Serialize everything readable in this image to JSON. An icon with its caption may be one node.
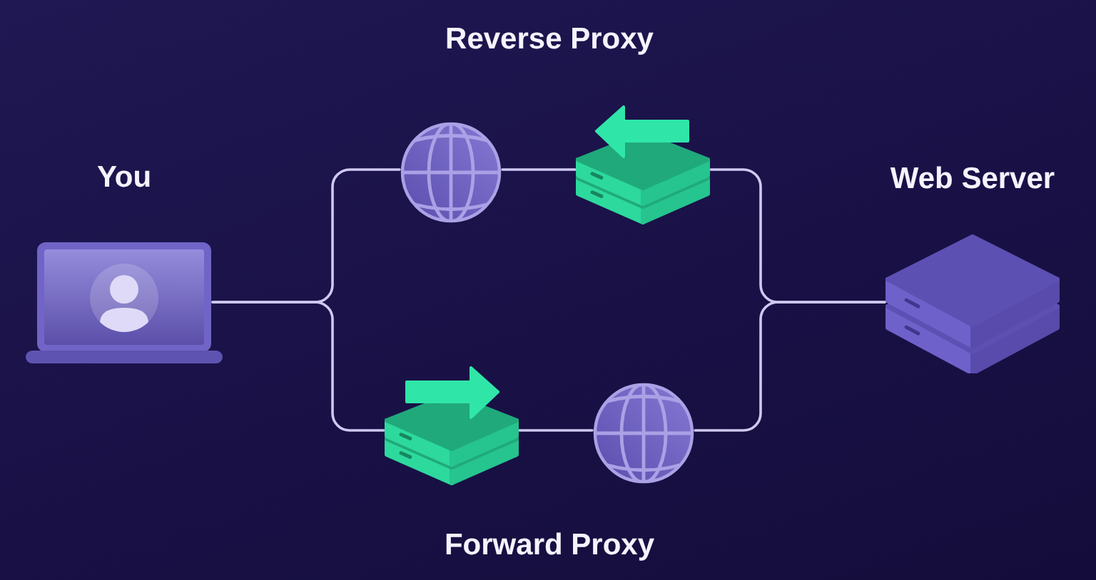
{
  "diagram": {
    "nodes": [
      {
        "text": [
          "You"
        ]
      },
      {
        "text": [],
        "shape": "picture"
      },
      {
        "text": [],
        "shape": "picture"
      },
      {
        "text": [],
        "shape": "picture"
      },
      {
        "text": [],
        "shape": "picture"
      },
      {
        "text": [
          "Web Server"
        ]
      }
    ],
    "edges": [
      {
        "from": 0,
        "to": 1,
        "arrow": "none"
      },
      {
        "from": 1,
        "to": 2,
        "arrow": "none"
      },
      {
        "from": 2,
        "to": 5,
        "arrow": "none"
      },
      {
        "from": 0,
        "to": 3,
        "arrow": "none"
      },
      {
        "from": 3,
        "to": 4,
        "arrow": "none"
      },
      {
        "from": 4,
        "to": 5,
        "arrow": "none"
      }
    ],
    "labels": [
      "Reverse Proxy",
      "Forward Proxy"
    ]
  }
}
